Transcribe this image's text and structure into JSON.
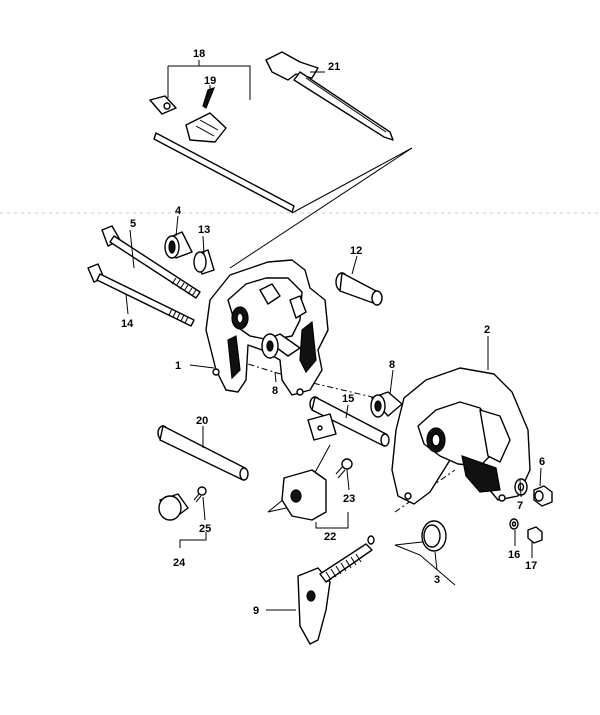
{
  "diagram": {
    "callouts": {
      "n1": "1",
      "n2": "2",
      "n3": "3",
      "n4": "4",
      "n5": "5",
      "n6": "6",
      "n7": "7",
      "n8a": "8",
      "n8b": "8",
      "n9": "9",
      "n12": "12",
      "n13": "13",
      "n14": "14",
      "n15": "15",
      "n16": "16",
      "n17": "17",
      "n18": "18",
      "n19": "19",
      "n20": "20",
      "n21": "21",
      "n22": "22",
      "n23": "23",
      "n24": "24",
      "n25": "25"
    },
    "colors": {
      "ink": "#000000",
      "paper": "#ffffff"
    }
  }
}
